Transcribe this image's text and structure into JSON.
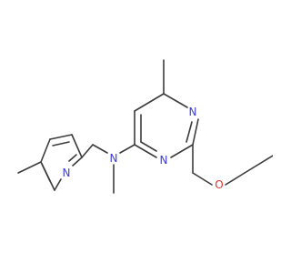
{
  "colors": {
    "bond": "#3c3c3c",
    "nitrogen": "#3d3dd6",
    "oxygen": "#e0322e",
    "background": "#ffffff"
  },
  "atoms": {
    "n_amine": "N",
    "n_pyrimidine_top": "N",
    "n_pyrimidine_bottom": "N",
    "n_pyridine": "N",
    "o_ether": "O"
  }
}
